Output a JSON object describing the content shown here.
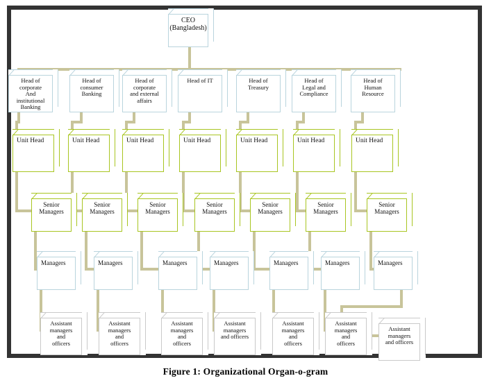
{
  "figure": {
    "caption": "Figure 1: Organizational Organ-o-gram"
  },
  "chart_data": {
    "type": "diagram",
    "diagram_type": "organizational-chart",
    "title": "Figure 1: Organizational Organ-o-gram",
    "levels": 5,
    "colors": {
      "connector": "#c8c49a",
      "blue_border": "#b9d4dd",
      "green_border": "#a8c520",
      "gray_border": "#c9c9c9",
      "frame": "#333333",
      "background": "#ffffff"
    }
  },
  "nodes": {
    "ceo": {
      "label": "CEO\n(Bangladesh)",
      "line1": "CEO",
      "line2": "(Bangladesh)"
    },
    "heads": [
      {
        "label": "Head of corporate And institutional Banking"
      },
      {
        "label": "Head of consumer Banking"
      },
      {
        "label": "Head of corporate and external affairs"
      },
      {
        "label": "Head of IT"
      },
      {
        "label": "Head of Treasury"
      },
      {
        "label": "Head of Legal and Compliance"
      },
      {
        "label": "Head of Human Resource"
      }
    ],
    "unit_heads": [
      {
        "label": "Unit Head"
      },
      {
        "label": "Unit Head"
      },
      {
        "label": "Unit Head"
      },
      {
        "label": "Unit Head"
      },
      {
        "label": "Unit Head"
      },
      {
        "label": "Unit Head"
      },
      {
        "label": "Unit Head"
      }
    ],
    "senior_managers": [
      {
        "label": "Senior Managers"
      },
      {
        "label": "Senior Managers"
      },
      {
        "label": "Senior Managers"
      },
      {
        "label": "Senior Managers"
      },
      {
        "label": "Senior Managers"
      },
      {
        "label": "Senior Managers"
      },
      {
        "label": "Senior Managers"
      }
    ],
    "managers": [
      {
        "label": "Managers"
      },
      {
        "label": "Managers"
      },
      {
        "label": "Managers"
      },
      {
        "label": "Managers"
      },
      {
        "label": "Managers"
      },
      {
        "label": "Managers"
      },
      {
        "label": "Managers"
      }
    ],
    "assistants": [
      {
        "label": "Assistant managers and officers"
      },
      {
        "label": "Assistant managers and officers"
      },
      {
        "label": "Assistant managers and officers"
      },
      {
        "label": "Assistant managers and officers"
      },
      {
        "label": "Assistant managers and officers"
      },
      {
        "label": "Assistant managers and officers"
      },
      {
        "label": "Assistant managers and officers"
      }
    ]
  }
}
